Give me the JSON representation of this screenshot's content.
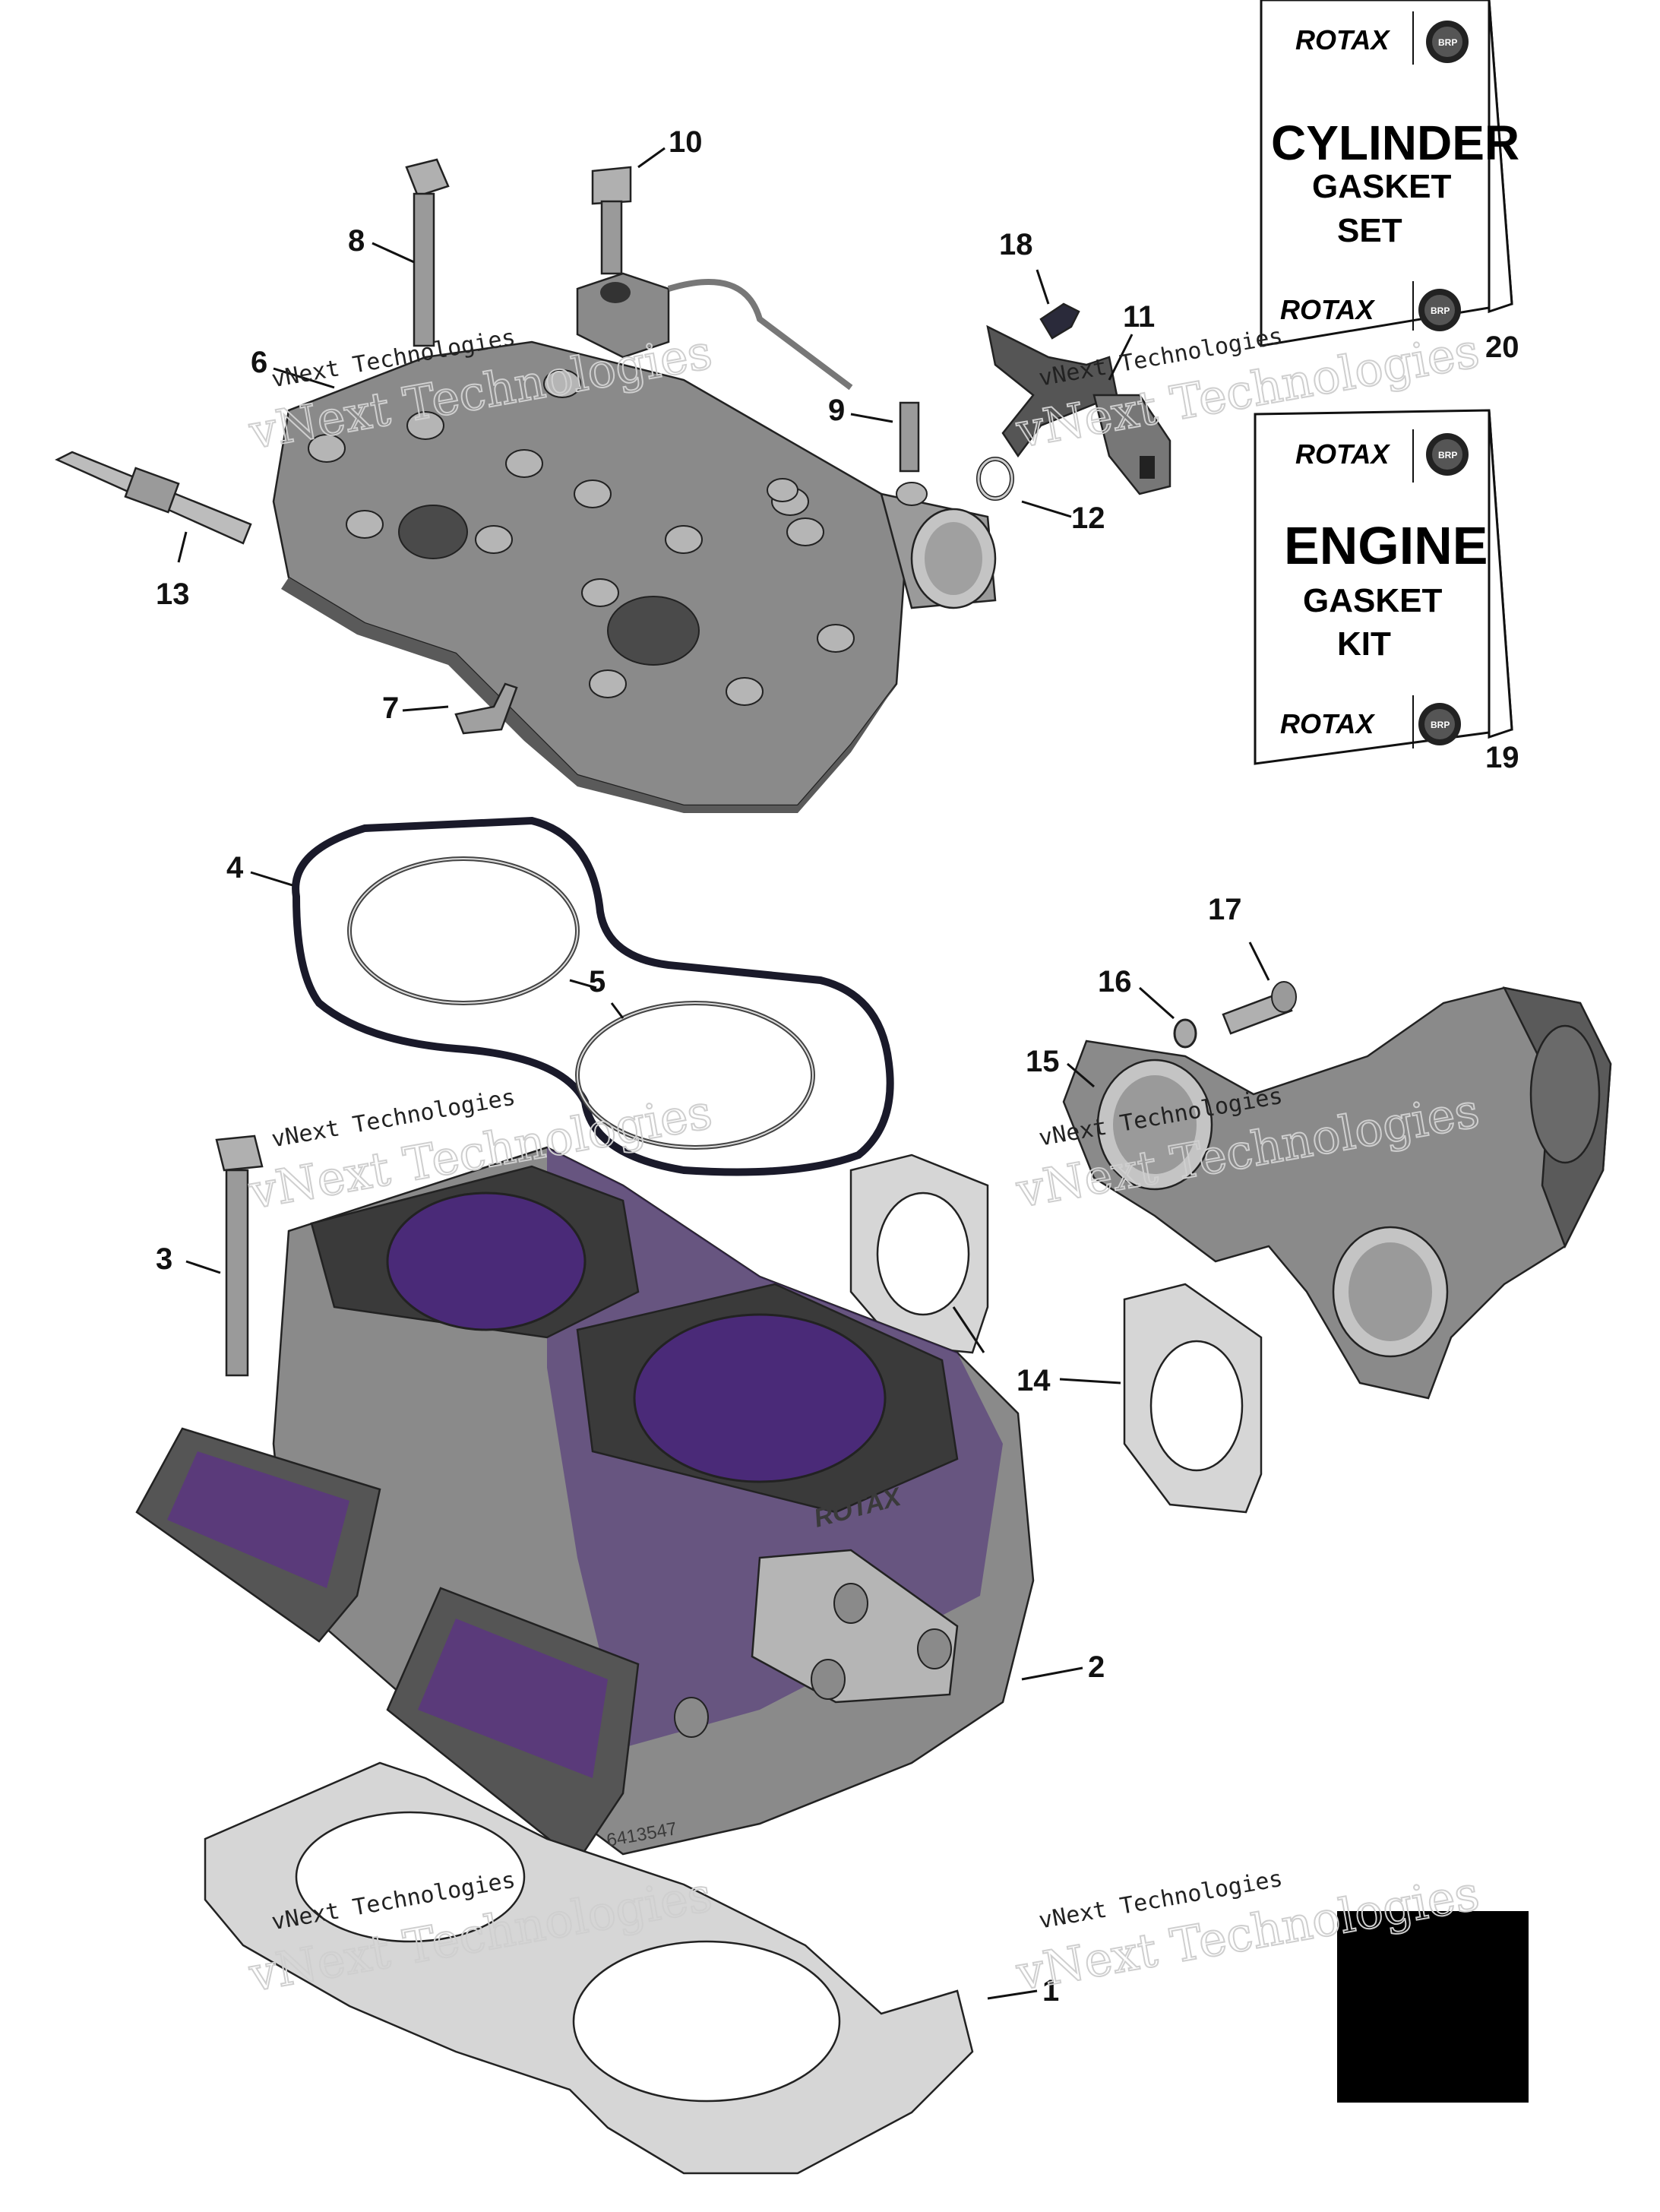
{
  "callouts": [
    {
      "id": "c1",
      "label": "1"
    },
    {
      "id": "c2",
      "label": "2"
    },
    {
      "id": "c3",
      "label": "3"
    },
    {
      "id": "c4",
      "label": "4"
    },
    {
      "id": "c5",
      "label": "5"
    },
    {
      "id": "c6",
      "label": "6"
    },
    {
      "id": "c7",
      "label": "7"
    },
    {
      "id": "c8",
      "label": "8"
    },
    {
      "id": "c9",
      "label": "9"
    },
    {
      "id": "c10",
      "label": "10"
    },
    {
      "id": "c11",
      "label": "11"
    },
    {
      "id": "c12",
      "label": "12"
    },
    {
      "id": "c13",
      "label": "13"
    },
    {
      "id": "c14",
      "label": "14"
    },
    {
      "id": "c15",
      "label": "15"
    },
    {
      "id": "c16",
      "label": "16"
    },
    {
      "id": "c17",
      "label": "17"
    },
    {
      "id": "c18",
      "label": "18"
    },
    {
      "id": "c19",
      "label": "19"
    },
    {
      "id": "c20",
      "label": "20"
    }
  ],
  "kits": {
    "cylinder": {
      "brand": "ROTAX",
      "line1": "CYLINDER",
      "line2": "GASKET",
      "line3": "SET",
      "logo": "BRP"
    },
    "engine": {
      "brand": "ROTAX",
      "line1": "ENGINE",
      "line2": "GASKET",
      "line3": "KIT",
      "logo": "BRP"
    }
  },
  "part_markings": {
    "cylinder_brand": "ROTAX",
    "cylinder_number": "6413547"
  },
  "watermark": {
    "large": "vNext Technologies",
    "small": "vNext Technologies"
  },
  "colors": {
    "metal": "#8c8c8c",
    "metal_dark": "#5a5a5a",
    "metal_light": "#b5b5b5",
    "purple": "#4a2a78",
    "gasket": "#d6d6d6",
    "black_box": "#000000"
  }
}
